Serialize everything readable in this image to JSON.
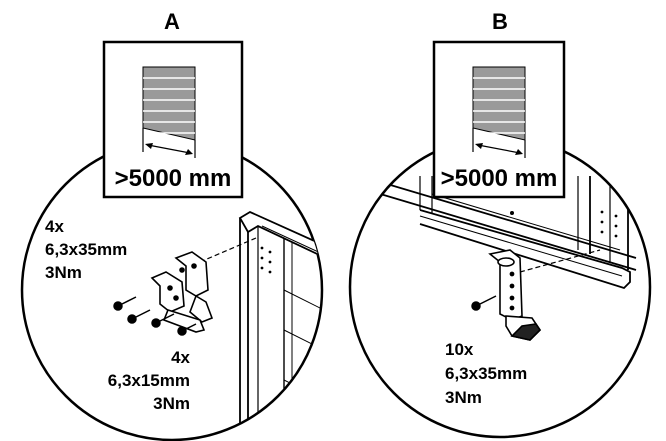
{
  "panel_a": {
    "letter": "A",
    "measure": ">5000 mm",
    "screws_top": {
      "qty": "4x",
      "size": "6,3x35mm",
      "torque": "3Nm"
    },
    "screws_bottom": {
      "qty": "4x",
      "size": "6,3x15mm",
      "torque": "3Nm"
    }
  },
  "panel_b": {
    "letter": "B",
    "measure": ">5000 mm",
    "screws": {
      "qty": "10x",
      "size": "6,3x35mm",
      "torque": "3Nm"
    }
  }
}
